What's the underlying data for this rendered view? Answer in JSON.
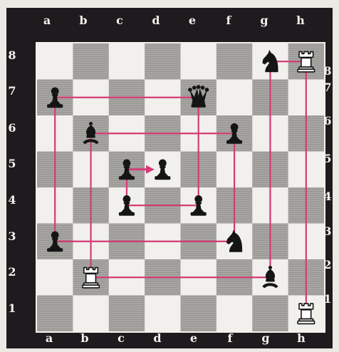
{
  "files": [
    "a",
    "b",
    "c",
    "d",
    "e",
    "f",
    "g",
    "h"
  ],
  "ranks": [
    "8",
    "7",
    "6",
    "5",
    "4",
    "3",
    "2",
    "1"
  ],
  "colors": {
    "light_square": "#f1f0ec",
    "dark_square": "#a7a6a3",
    "hatch": "#8d8c89",
    "frame": "#1d1b1e",
    "arrow": "#d63a75",
    "black_piece": "#151515",
    "white_piece": "#ffffff"
  },
  "pieces": [
    {
      "square": "g8",
      "piece": "knight",
      "color": "black"
    },
    {
      "square": "h8",
      "piece": "rook",
      "color": "white"
    },
    {
      "square": "a7",
      "piece": "pawn",
      "color": "black"
    },
    {
      "square": "e7",
      "piece": "queen",
      "color": "black"
    },
    {
      "square": "b6",
      "piece": "bishop",
      "color": "black"
    },
    {
      "square": "f6",
      "piece": "pawn",
      "color": "black"
    },
    {
      "square": "c5",
      "piece": "pawn",
      "color": "black"
    },
    {
      "square": "d5",
      "piece": "pawn",
      "color": "black"
    },
    {
      "square": "c4",
      "piece": "pawn",
      "color": "black"
    },
    {
      "square": "e4",
      "piece": "pawn",
      "color": "black"
    },
    {
      "square": "a3",
      "piece": "pawn",
      "color": "black"
    },
    {
      "square": "f3",
      "piece": "knight",
      "color": "black"
    },
    {
      "square": "b2",
      "piece": "rook",
      "color": "white"
    },
    {
      "square": "g2",
      "piece": "bishop",
      "color": "black"
    },
    {
      "square": "h1",
      "piece": "rook",
      "color": "white"
    }
  ],
  "connectors": [
    {
      "from": "h8",
      "to": "g8",
      "arrow": false
    },
    {
      "from": "h8",
      "to": "h1",
      "arrow": false
    },
    {
      "from": "g8",
      "to": "g2",
      "arrow": false
    },
    {
      "from": "e7",
      "to": "a7",
      "arrow": false
    },
    {
      "from": "e7",
      "to": "e4",
      "arrow": false
    },
    {
      "from": "a7",
      "to": "a3",
      "arrow": false
    },
    {
      "from": "f6",
      "to": "b6",
      "arrow": false
    },
    {
      "from": "b6",
      "to": "b2",
      "arrow": false
    },
    {
      "from": "f6",
      "to": "f3",
      "arrow": false
    },
    {
      "from": "c5",
      "to": "d5",
      "arrow": true
    },
    {
      "from": "c5",
      "to": "c4",
      "arrow": false
    },
    {
      "from": "e4",
      "to": "c4",
      "arrow": false
    },
    {
      "from": "f3",
      "to": "a3",
      "arrow": false
    },
    {
      "from": "g2",
      "to": "b2",
      "arrow": false
    }
  ]
}
